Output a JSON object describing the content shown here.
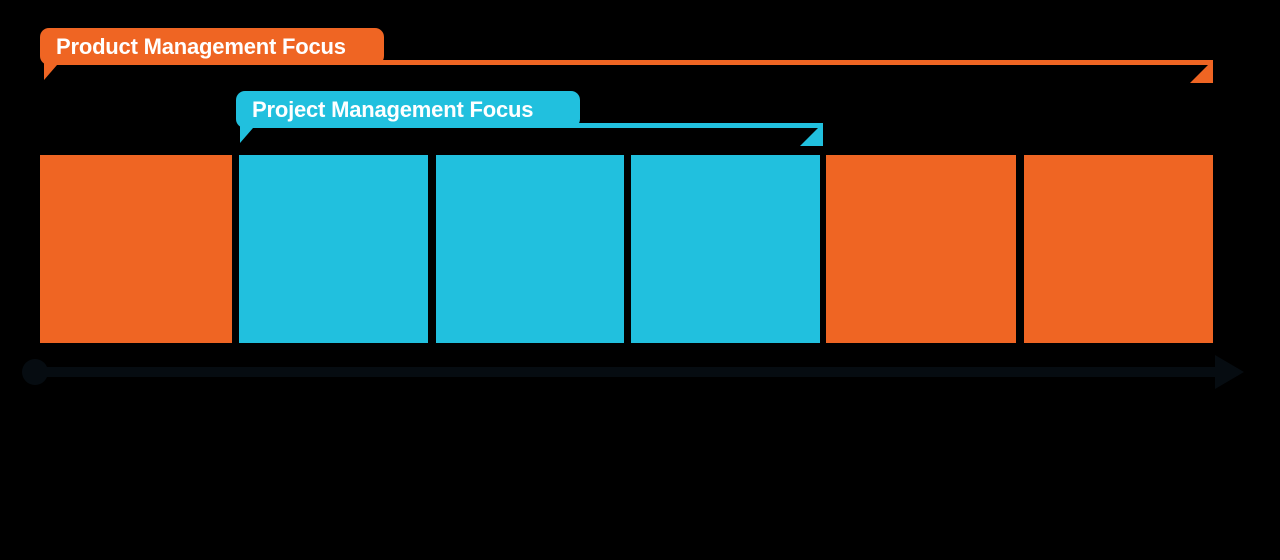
{
  "diagram": {
    "title": "Product Management Focus vs Project Management Focus",
    "background_color": "#000000",
    "accent_orange": "#ef6523",
    "accent_cyan": "#21c0de",
    "timeline_color": "#060c11"
  },
  "labels": [
    {
      "id": "product",
      "text": "Product Management Focus",
      "color": "#ef6523",
      "text_color": "#ffffff",
      "span_covers_boxes": 6
    },
    {
      "id": "project",
      "text": "Project Management Focus",
      "color": "#21c0de",
      "text_color": "#ffffff",
      "span_covers_boxes": 3
    }
  ],
  "boxes": [
    {
      "index": 1,
      "label": "",
      "color": "#ef6523",
      "group": "product"
    },
    {
      "index": 2,
      "label": "",
      "color": "#21c0de",
      "group": "project"
    },
    {
      "index": 3,
      "label": "",
      "color": "#21c0de",
      "group": "project"
    },
    {
      "index": 4,
      "label": "",
      "color": "#21c0de",
      "group": "project"
    },
    {
      "index": 5,
      "label": "",
      "color": "#ef6523",
      "group": "product"
    },
    {
      "index": 6,
      "label": "",
      "color": "#ef6523",
      "group": "product"
    }
  ],
  "timeline": {
    "start_marker": "dot",
    "end_marker": "arrow",
    "label": "",
    "color": "#060c11"
  }
}
